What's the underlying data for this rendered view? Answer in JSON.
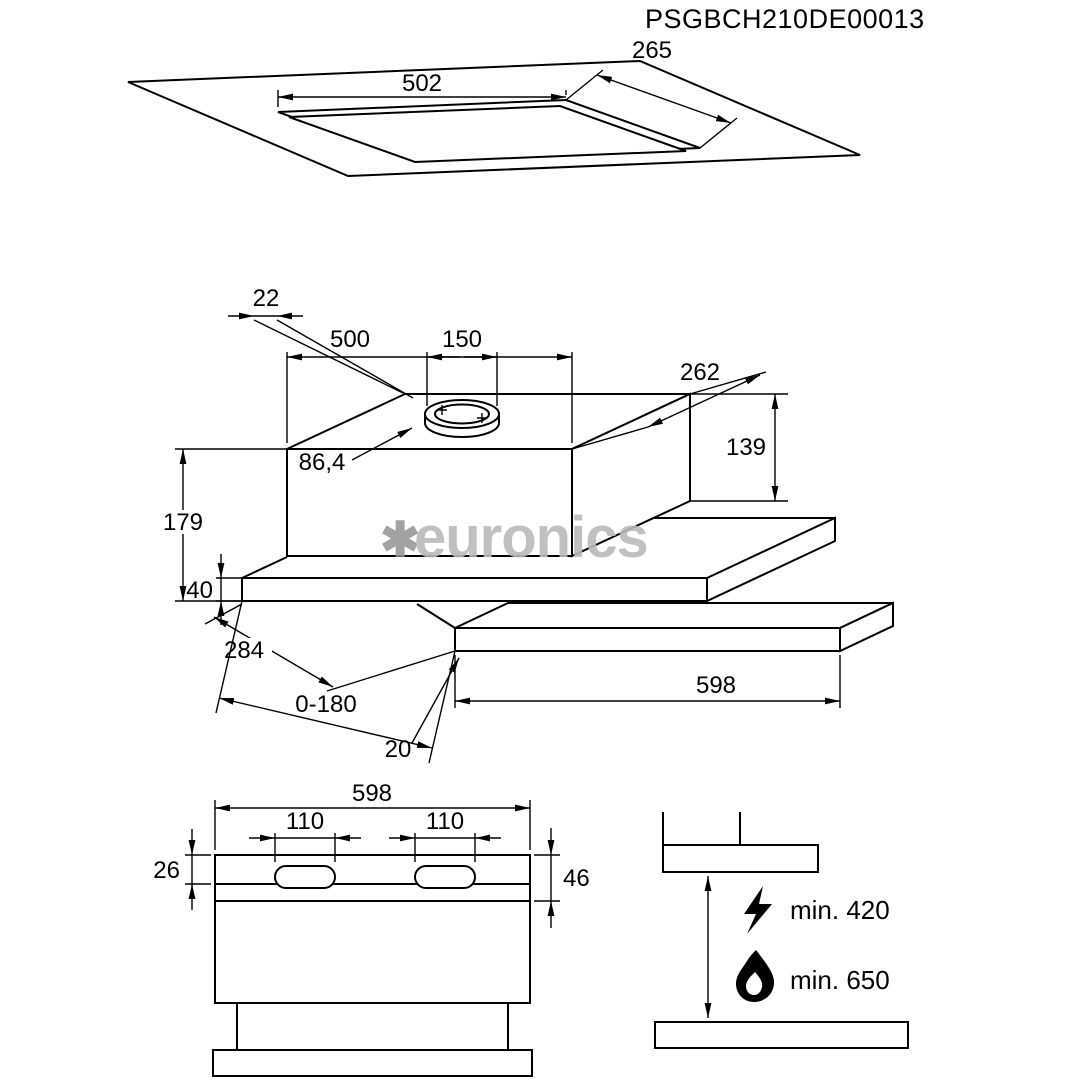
{
  "product_code": "PSGBCH210DE00013",
  "watermark": {
    "star": "✱",
    "brand": "euronics"
  },
  "colors": {
    "line": "#000000",
    "watermark_text": "#bababa",
    "watermark_star": "#989898"
  },
  "cutout_view": {
    "width_mm": "502",
    "depth_mm": "265"
  },
  "iso_view": {
    "flange_offset_mm": "22",
    "top_width_mm": "500",
    "duct_diameter_mm": "150",
    "top_depth_mm": "262",
    "body_height_mm": "139",
    "duct_position_mm": "86,4",
    "total_height_mm": "179",
    "base_height_mm": "40",
    "base_depth_mm": "284",
    "visor_width_mm": "598",
    "pullout_range_mm": "0-180",
    "visor_thickness_mm": "20"
  },
  "front_view": {
    "width_mm": "598",
    "slot_left_mm": "110",
    "slot_right_mm": "110",
    "top_band_mm": "26",
    "filter_band_mm": "46"
  },
  "clearance_view": {
    "electric_min": "min. 420",
    "gas_min": "min. 650"
  }
}
